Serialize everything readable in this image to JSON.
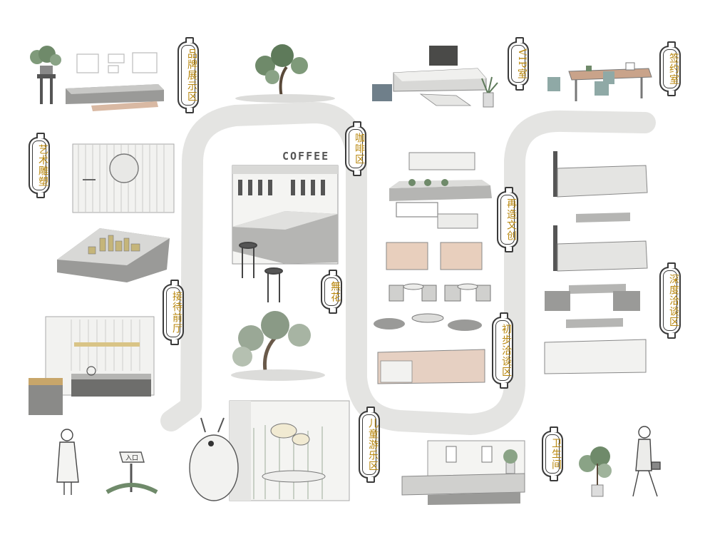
{
  "zones": {
    "brand_display": "品牌展示区",
    "art_sculpture": "艺术雕塑",
    "reception": "接待前厅",
    "coffee_area": "咖啡区",
    "wuhua": "無花",
    "childrens_play": "儿童游乐区",
    "vip_room": "VIP室",
    "signing_room": "签约室",
    "recreate_creative": "再造文创",
    "initial_negotiation": "初步洽谈区",
    "deep_negotiation": "深度洽谈区",
    "restroom": "卫生间"
  },
  "coffee_sign": "COFFEE",
  "entrance_sign": "入口",
  "colors": {
    "path": "#e4e4e2",
    "label_text": "#b8860b",
    "ink": "#3a3a3a",
    "wood": "#d9b9a3",
    "stone": "#9a9a98",
    "plant": "#6f8a6a"
  }
}
